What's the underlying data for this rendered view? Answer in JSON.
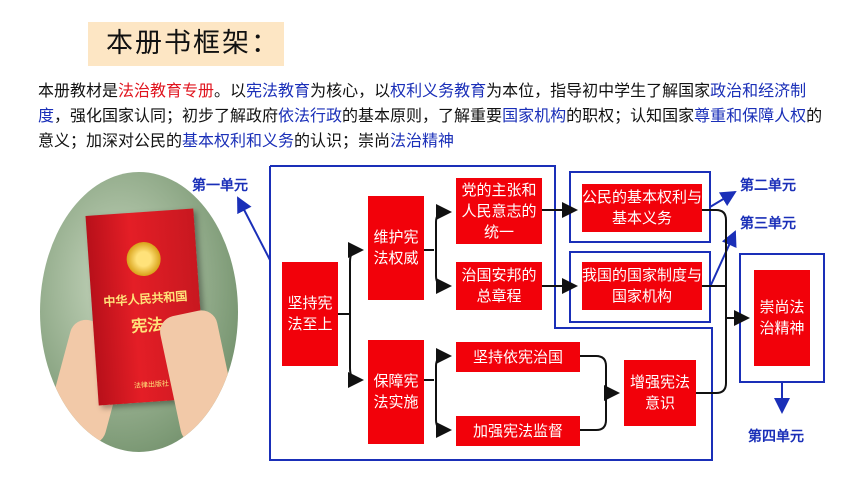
{
  "title": "本册书框架：",
  "intro": [
    {
      "t": "本册教材是",
      "c": ""
    },
    {
      "t": "法治教育专册",
      "c": "r"
    },
    {
      "t": "。以",
      "c": ""
    },
    {
      "t": "宪法教育",
      "c": "b"
    },
    {
      "t": "为核心，以",
      "c": ""
    },
    {
      "t": "权利义务教育",
      "c": "b"
    },
    {
      "t": "为本位，指导初中学生了解国家",
      "c": ""
    },
    {
      "t": "政治和经济制度",
      "c": "b"
    },
    {
      "t": "，强化国家认同；初步了解政府",
      "c": ""
    },
    {
      "t": "依法行政",
      "c": "b"
    },
    {
      "t": "的基本原则，了解重要",
      "c": ""
    },
    {
      "t": "国家机构",
      "c": "b"
    },
    {
      "t": "的职权；认知国家",
      "c": ""
    },
    {
      "t": "尊重和保障人权",
      "c": "b"
    },
    {
      "t": "的意义；加深对公民的",
      "c": ""
    },
    {
      "t": "基本权利和义务",
      "c": "b"
    },
    {
      "t": "的认识；崇尚",
      "c": ""
    },
    {
      "t": "法治精神",
      "c": "b"
    }
  ],
  "book": {
    "title": "中华人民共和国",
    "subtitle": "宪法",
    "publisher": "法律出版社"
  },
  "diagram": {
    "root": "坚持宪法至上",
    "branch1": "维护宪法权威",
    "branch2": "保障宪法实施",
    "leaf1": "党的主张和人民意志的统一",
    "leaf2": "治国安邦的总章程",
    "leaf3": "坚持依宪治国",
    "leaf4": "加强宪法监督",
    "result1": "公民的基本权利与基本义务",
    "result2": "我国的国家制度与国家机构",
    "result3": "增强宪法意识",
    "final": "崇尚法治精神"
  },
  "units": {
    "u1": "第一单元",
    "u2": "第二单元",
    "u3": "第三单元",
    "u4": "第四单元"
  },
  "colors": {
    "box_red": "#f2010a",
    "blue": "#1a2fb8",
    "title_bg": "#fde6c4",
    "highlight_red": "#e0141e"
  }
}
